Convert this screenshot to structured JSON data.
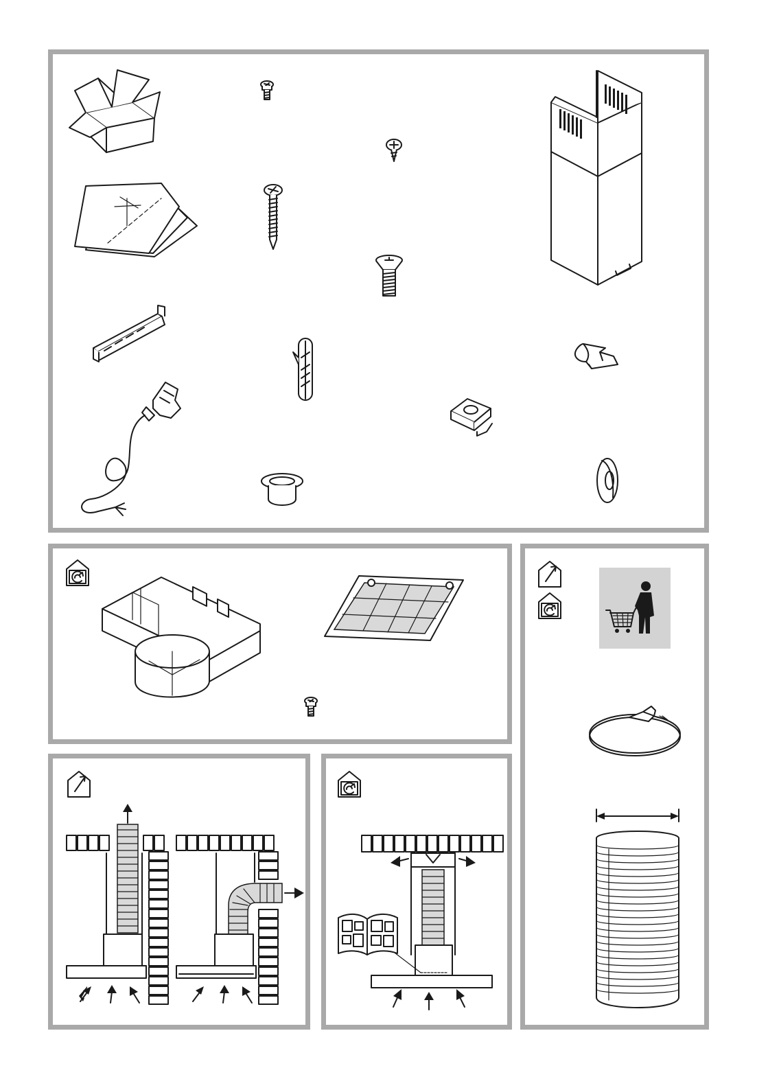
{
  "accent_border": "#a9a9a9",
  "panels": [
    {
      "id": "accessories-panel",
      "items": [
        "cardboard-box-icon",
        "instruction-booklet-icon",
        "small-screw-icon",
        "round-head-screw-icon",
        "long-wood-screw-icon",
        "countersunk-screw-icon",
        "chimney-cover-icon",
        "mounting-bracket-icon",
        "wall-plug-icon",
        "cable-clip-icon",
        "power-cord-icon",
        "cage-nut-icon",
        "spacer-bushing-icon",
        "washer-icon"
      ]
    },
    {
      "id": "recirculation-kit-panel",
      "items": [
        "recirculation-mode-icon",
        "air-deflector-icon",
        "charcoal-filter-icon",
        "filter-screw-icon"
      ]
    },
    {
      "id": "optional-purchase-panel",
      "items": [
        "extraction-mode-icon",
        "recirculation-mode-icon",
        "purchase-separately-icon",
        "hose-clamp-icon",
        "flexible-duct-icon"
      ]
    },
    {
      "id": "extraction-installation-panel",
      "items": [
        "extraction-mode-icon",
        "vertical-exhaust-diagram",
        "side-exhaust-diagram"
      ]
    },
    {
      "id": "recirculation-installation-panel",
      "items": [
        "recirculation-mode-icon",
        "recirculation-diagram",
        "manual-icon"
      ]
    }
  ]
}
